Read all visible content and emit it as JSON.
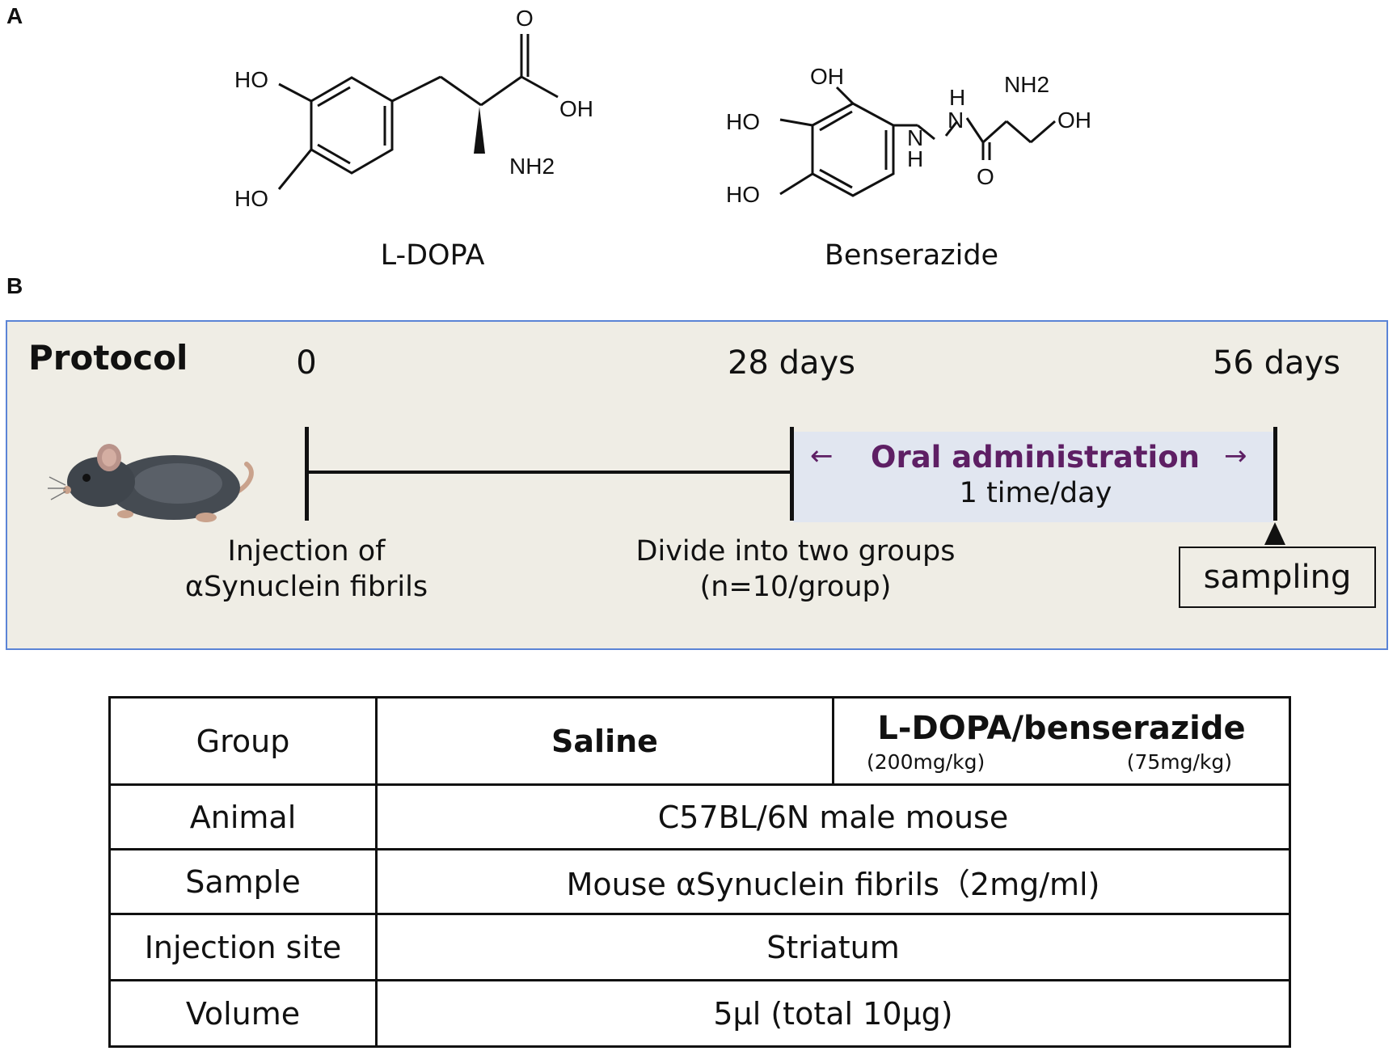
{
  "panel_a": {
    "label": "A",
    "molecules": [
      {
        "name": "L-DOPA",
        "atoms": [
          "HO",
          "HO",
          "O",
          "OH",
          "NH2"
        ]
      },
      {
        "name": "Benserazide",
        "atoms": [
          "OH",
          "HO",
          "HO",
          "H",
          "N",
          "N",
          "H",
          "NH2",
          "OH",
          "O"
        ]
      }
    ]
  },
  "panel_b": {
    "label": "B",
    "protocol": {
      "title": "Protocol",
      "timepoints": [
        "0",
        "28 days",
        "56 days"
      ],
      "oral_administration": {
        "title": "Oral administration",
        "frequency": "1 time/day",
        "left_arrow": "←",
        "right_arrow": "→"
      },
      "events": {
        "injection_line1": "Injection of",
        "injection_line2": "αSynuclein fibrils",
        "divide_line1": "Divide into two groups",
        "divide_line2": "(n=10/group)"
      },
      "sampling": "sampling"
    },
    "table": {
      "group_label": "Group",
      "saline": "Saline",
      "ldopa_title": "L-DOPA/benserazide",
      "ldopa_dose": "(200mg/kg)",
      "benserazide_dose": "(75mg/kg)",
      "rows": [
        {
          "label": "Animal",
          "value": "C57BL/6N male mouse"
        },
        {
          "label": "Sample",
          "value": "Mouse αSynuclein fibrils（2mg/ml)"
        },
        {
          "label": "Injection site",
          "value": "Striatum"
        },
        {
          "label": "Volume",
          "value": "5μl (total 10μg)"
        }
      ]
    }
  }
}
